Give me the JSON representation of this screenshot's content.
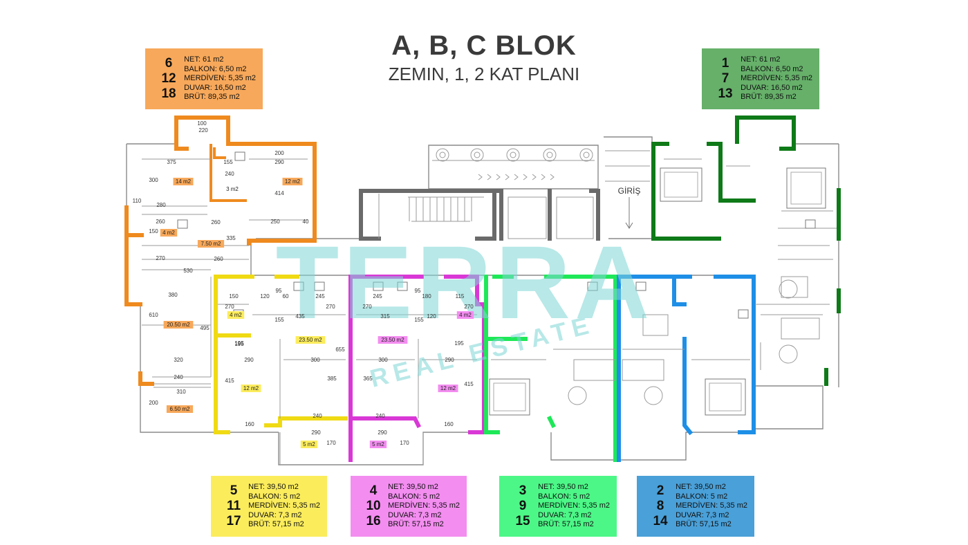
{
  "header": {
    "title": "A, B, C BLOK",
    "subtitle": "ZEMIN, 1, 2 KAT PLANI"
  },
  "entrance_label": "GİRİŞ",
  "watermark": {
    "line1": "TERRA",
    "line2": "REAL ESTATE"
  },
  "colors": {
    "orange": "#f7a85a",
    "green": "#66b06a",
    "yellow": "#fbec5c",
    "magenta": "#f38df0",
    "lightgreen": "#4cf787",
    "blue": "#4aa0d8",
    "wall_orange": "#ef8a1e",
    "wall_green": "#0e7a18",
    "wall_yellow": "#f0da14",
    "wall_magenta": "#d938d6",
    "wall_lightgreen": "#1ee858",
    "wall_blue": "#1e8fe6",
    "wall_gray": "#6a6a6a",
    "watermark": "#7fd6d6"
  },
  "cards": [
    {
      "id": "orange",
      "numbers": [
        "6",
        "12",
        "18"
      ],
      "specs": [
        [
          "NET:",
          "61 m2"
        ],
        [
          "BALKON:",
          "6,50 m2"
        ],
        [
          "MERDİVEN:",
          "5,35 m2"
        ],
        [
          "DUVAR:",
          "16,50 m2"
        ],
        [
          "BRÜT:",
          "89,35 m2"
        ]
      ]
    },
    {
      "id": "green",
      "numbers": [
        "1",
        "7",
        "13"
      ],
      "specs": [
        [
          "NET:",
          "61 m2"
        ],
        [
          "BALKON:",
          "6,50 m2"
        ],
        [
          "MERDİVEN:",
          "5,35 m2"
        ],
        [
          "DUVAR:",
          "16,50 m2"
        ],
        [
          "BRÜT:",
          "89,35 m2"
        ]
      ]
    },
    {
      "id": "yellow",
      "numbers": [
        "5",
        "11",
        "17"
      ],
      "specs": [
        [
          "NET:",
          "39,50 m2"
        ],
        [
          "BALKON:",
          "5 m2"
        ],
        [
          "MERDİVEN:",
          "5,35 m2"
        ],
        [
          "DUVAR:",
          "7,3 m2"
        ],
        [
          "BRÜT:",
          "57,15 m2"
        ]
      ]
    },
    {
      "id": "magenta",
      "numbers": [
        "4",
        "10",
        "16"
      ],
      "specs": [
        [
          "NET:",
          "39,50 m2"
        ],
        [
          "BALKON:",
          "5 m2"
        ],
        [
          "MERDİVEN:",
          "5,35 m2"
        ],
        [
          "DUVAR:",
          "7,3 m2"
        ],
        [
          "BRÜT:",
          "57,15 m2"
        ]
      ]
    },
    {
      "id": "lightgreen",
      "numbers": [
        "3",
        "9",
        "15"
      ],
      "specs": [
        [
          "NET:",
          "39,50 m2"
        ],
        [
          "BALKON:",
          "5 m2"
        ],
        [
          "MERDİVEN:",
          "5,35 m2"
        ],
        [
          "DUVAR:",
          "7,3 m2"
        ],
        [
          "BRÜT:",
          "57,15 m2"
        ]
      ]
    },
    {
      "id": "blue",
      "numbers": [
        "2",
        "8",
        "14"
      ],
      "specs": [
        [
          "NET:",
          "39,50 m2"
        ],
        [
          "BALKON:",
          "5 m2"
        ],
        [
          "MERDİVEN:",
          "5,35 m2"
        ],
        [
          "DUVAR:",
          "7,3 m2"
        ],
        [
          "BRÜT:",
          "57,15 m2"
        ]
      ]
    }
  ],
  "area_tags": {
    "orange": [
      "14 m2",
      "12 m2",
      "3 m2",
      "4 m2",
      "7.50 m2",
      "20.50 m2",
      "6.50 m2"
    ],
    "yellow": [
      "4 m2",
      "23.50 m2",
      "12 m2",
      "5 m2"
    ],
    "magenta": [
      "23.50 m2",
      "4 m2",
      "12 m2",
      "5 m2"
    ]
  },
  "dimensions": {
    "orange": [
      "100",
      "220",
      "375",
      "155",
      "200",
      "290",
      "240",
      "300",
      "414",
      "3 m2",
      "110",
      "280",
      "260",
      "150",
      "260",
      "250",
      "40",
      "335",
      "270",
      "260",
      "530",
      "380",
      "610",
      "495",
      "195",
      "320",
      "240",
      "310",
      "200"
    ],
    "yellow": [
      "150",
      "120",
      "95",
      "60",
      "245",
      "270",
      "270",
      "155",
      "435",
      "195",
      "290",
      "300",
      "655",
      "415",
      "385",
      "160",
      "240",
      "290",
      "170"
    ],
    "magenta": [
      "245",
      "95",
      "180",
      "115",
      "270",
      "270",
      "315",
      "155",
      "120",
      "195",
      "300",
      "290",
      "365",
      "415",
      "240",
      "160",
      "290",
      "170"
    ]
  }
}
